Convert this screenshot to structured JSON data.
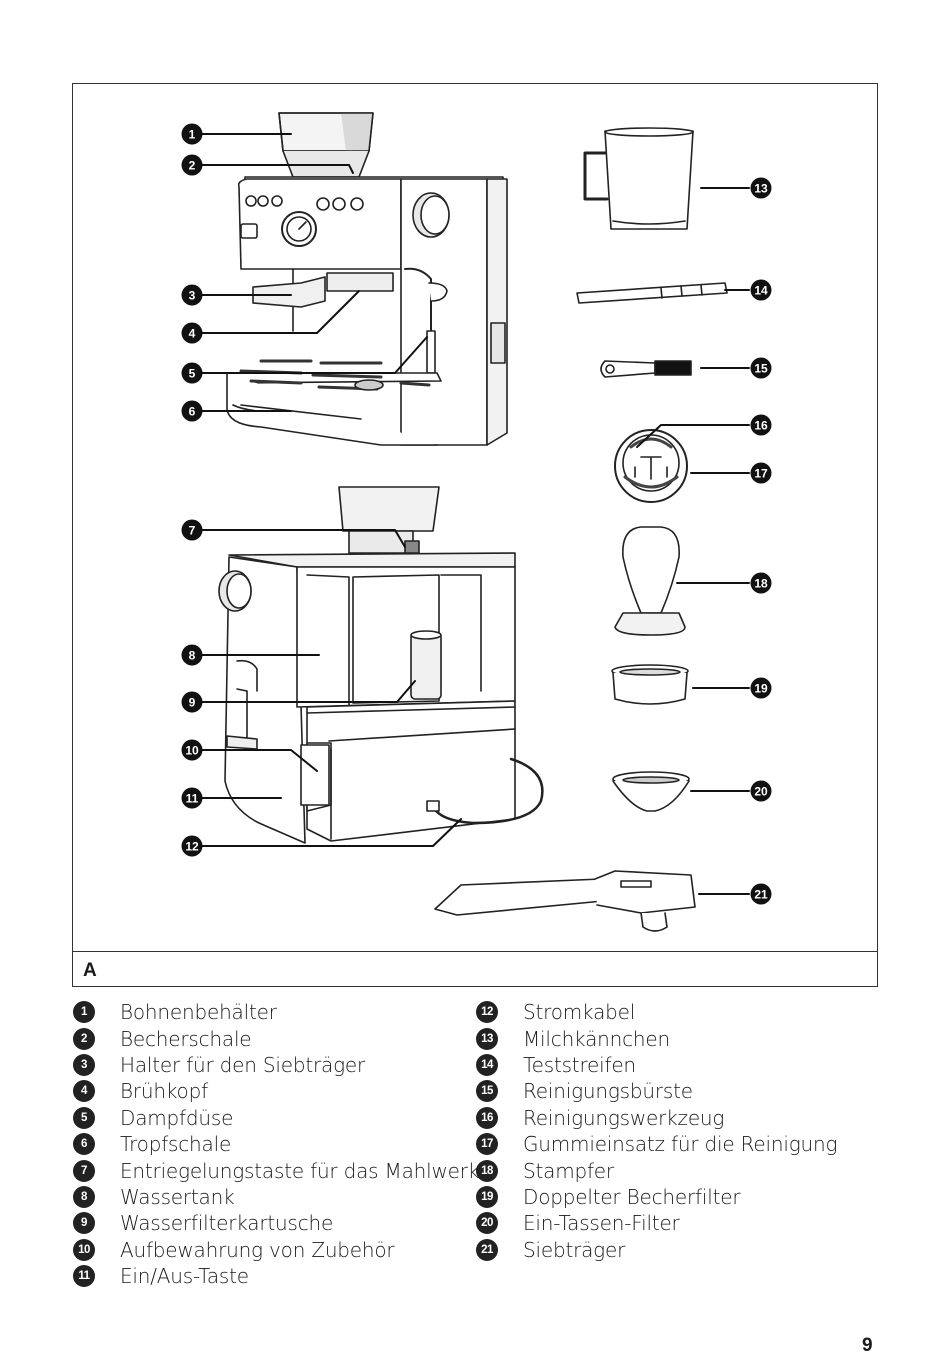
{
  "figure": {
    "caption_letter": "A"
  },
  "callout_numbers": [
    "1",
    "2",
    "3",
    "4",
    "5",
    "6",
    "7",
    "8",
    "9",
    "10",
    "11",
    "12",
    "13",
    "14",
    "15",
    "16",
    "17",
    "18",
    "19",
    "20",
    "21"
  ],
  "legend": {
    "left": [
      {
        "num": "1",
        "label": "Bohnenbehälter"
      },
      {
        "num": "2",
        "label": "Becherschale"
      },
      {
        "num": "3",
        "label": "Halter für den Siebträger"
      },
      {
        "num": "4",
        "label": "Brühkopf"
      },
      {
        "num": "5",
        "label": "Dampfdüse"
      },
      {
        "num": "6",
        "label": "Tropfschale"
      },
      {
        "num": "7",
        "label": "Entriegelungstaste für das Mahlwerk"
      },
      {
        "num": "8",
        "label": "Wassertank"
      },
      {
        "num": "9",
        "label": "Wasserfilterkartusche"
      },
      {
        "num": "10",
        "label": "Aufbewahrung von Zubehör"
      },
      {
        "num": "11",
        "label": "Ein/Aus-Taste"
      }
    ],
    "right": [
      {
        "num": "12",
        "label": "Stromkabel"
      },
      {
        "num": "13",
        "label": "Milchkännchen"
      },
      {
        "num": "14",
        "label": "Teststreifen"
      },
      {
        "num": "15",
        "label": "Reinigungsbürste"
      },
      {
        "num": "16",
        "label": "Reinigungswerkzeug"
      },
      {
        "num": "17",
        "label": "Gummieinsatz für die Reinigung"
      },
      {
        "num": "18",
        "label": "Stampfer"
      },
      {
        "num": "19",
        "label": "Doppelter Becherfilter"
      },
      {
        "num": "20",
        "label": "Ein-Tassen-Filter"
      },
      {
        "num": "21",
        "label": "Siebträger"
      }
    ]
  },
  "page_number": "9"
}
